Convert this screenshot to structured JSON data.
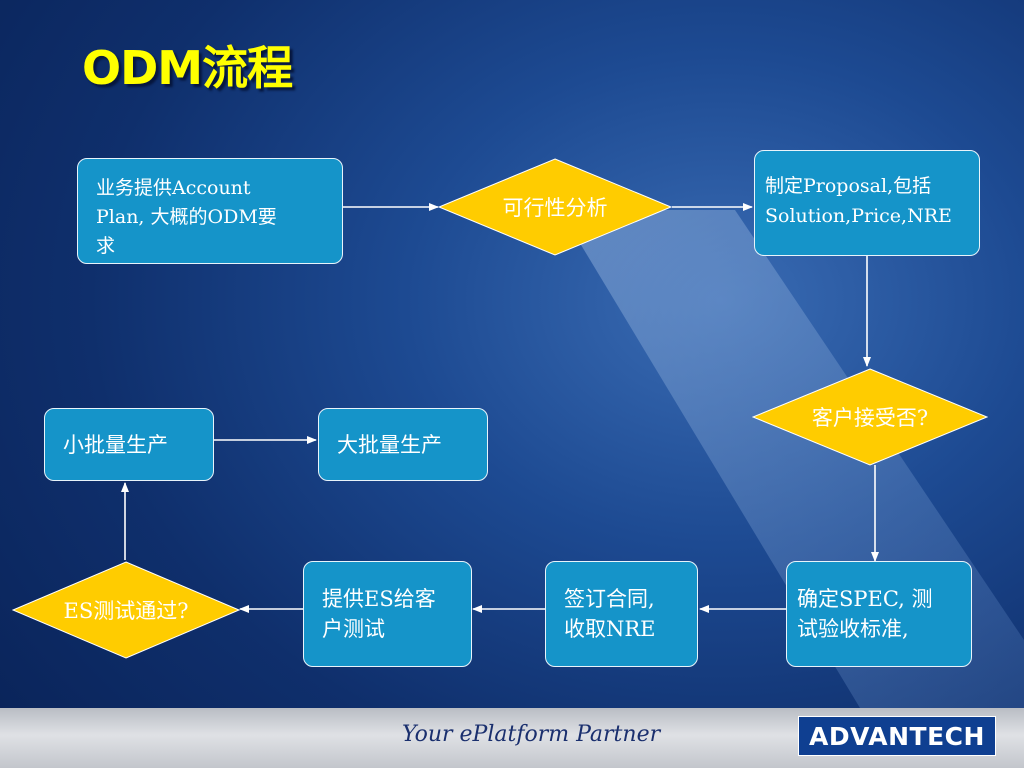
{
  "slide": {
    "title": "ODM流程",
    "footer_slogan": "Your ePlatform Partner",
    "logo_text": "ADVANTECH"
  },
  "flow": {
    "account_plan": [
      "业务提供Account",
      "Plan, 大概的ODM要",
      "求"
    ],
    "feasibility": "可行性分析",
    "proposal": [
      "制定Proposal,包括",
      "Solution,Price,NRE"
    ],
    "customer_accept": "客户接受否?",
    "spec": [
      "确定SPEC, 测",
      "试验收标准,"
    ],
    "contract": [
      "签订合同,",
      "收取NRE"
    ],
    "es_provide": [
      "提供ES给客",
      "户测试"
    ],
    "es_test": "ES测试通过?",
    "small_batch": "小批量生产",
    "mass_production": "大批量生产"
  },
  "colors": {
    "title": "#ffff00",
    "process_box": "#1594c9",
    "decision_diamond": "#ffcc00",
    "connector": "#ffffff"
  }
}
